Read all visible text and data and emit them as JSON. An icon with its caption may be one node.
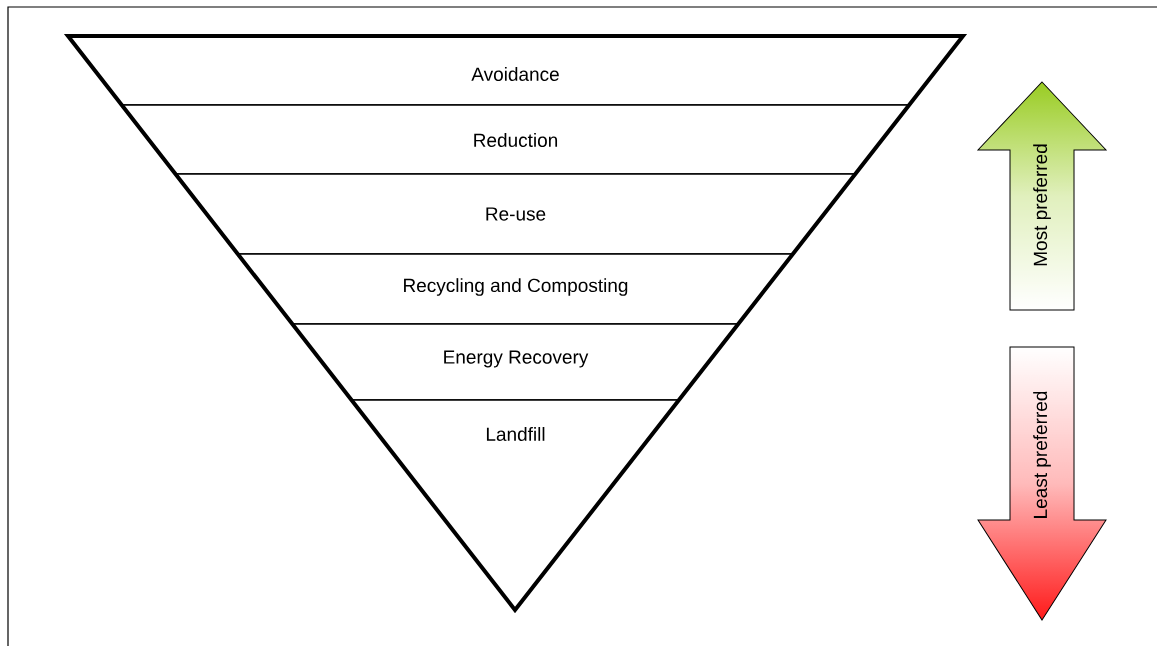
{
  "diagram": {
    "nodes": [
      {
        "text": [
          "Avoidance"
        ]
      },
      {
        "text": [
          "Reduction"
        ]
      },
      {
        "text": [
          "Re-use"
        ]
      },
      {
        "text": [
          "Recycling and Composting"
        ]
      },
      {
        "text": [
          "Energy Recovery"
        ]
      },
      {
        "text": [
          "Landfill"
        ]
      },
      {
        "text": [
          "Most preferred"
        ]
      },
      {
        "text": [
          "Least preferred"
        ]
      }
    ]
  }
}
